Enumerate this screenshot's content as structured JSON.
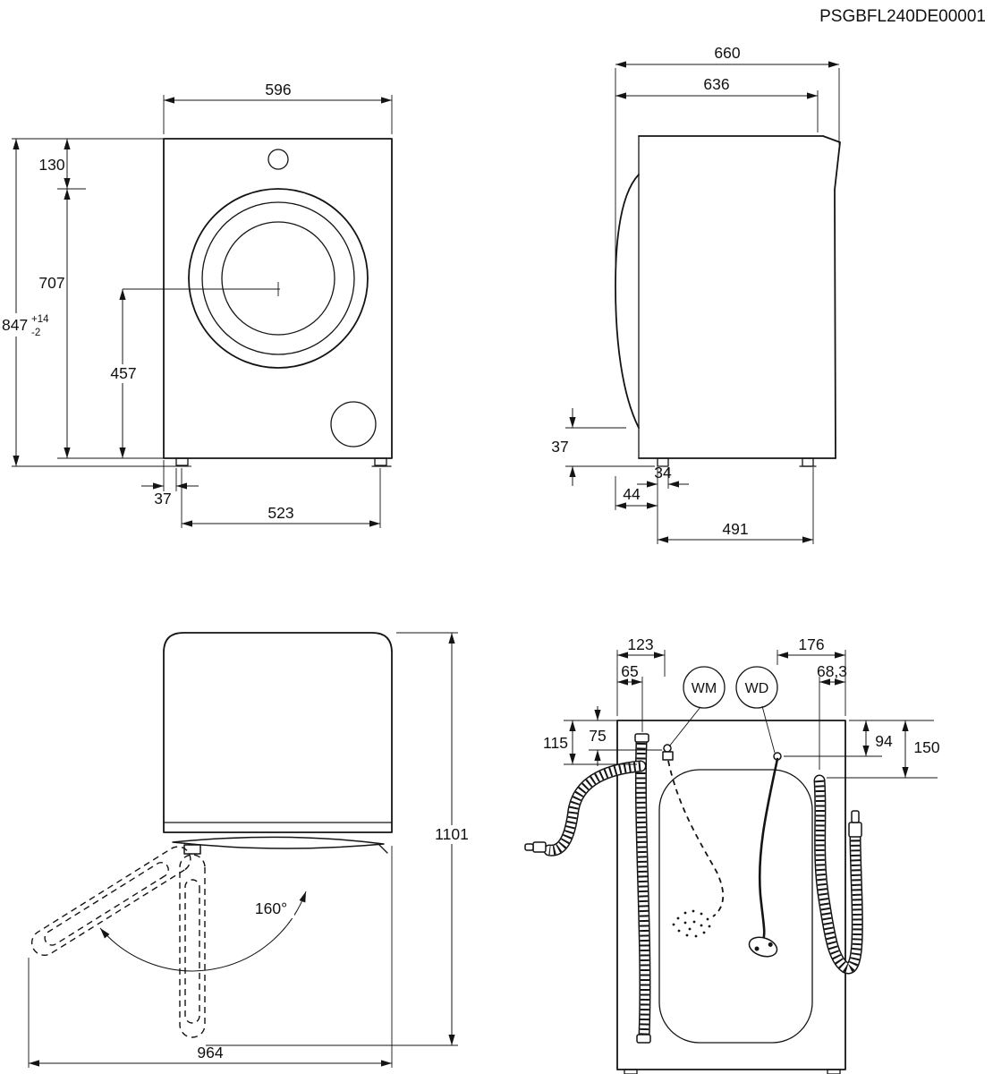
{
  "drawing": {
    "part_number": "PSGBFL240DE00001",
    "front_view": {
      "width": "596",
      "top_to_door": "130",
      "door_zone_height": "707",
      "height": "847",
      "height_tol_up": "+14",
      "height_tol_down": "-2",
      "door_center_to_floor": "457",
      "foot_inset": "37",
      "feet_span": "523"
    },
    "side_view": {
      "depth_total": "660",
      "depth_body": "636",
      "foot_height": "37",
      "foot_width": "34",
      "front_to_foot": "44",
      "feet_span": "491"
    },
    "door_view": {
      "angle": "160°",
      "depth_door_open": "1101",
      "width_door_open": "964"
    },
    "rear_view": {
      "wm_label": "WM",
      "wd_label": "WD",
      "wm_offset_x": "123",
      "wd_offset_x": "176",
      "drain_offset_x": "65",
      "inlet_offset_x": "68,3",
      "drain_offset_y": "115",
      "wm_offset_y": "75",
      "wd_offset_y": "94",
      "inlet_offset_y": "150"
    }
  }
}
